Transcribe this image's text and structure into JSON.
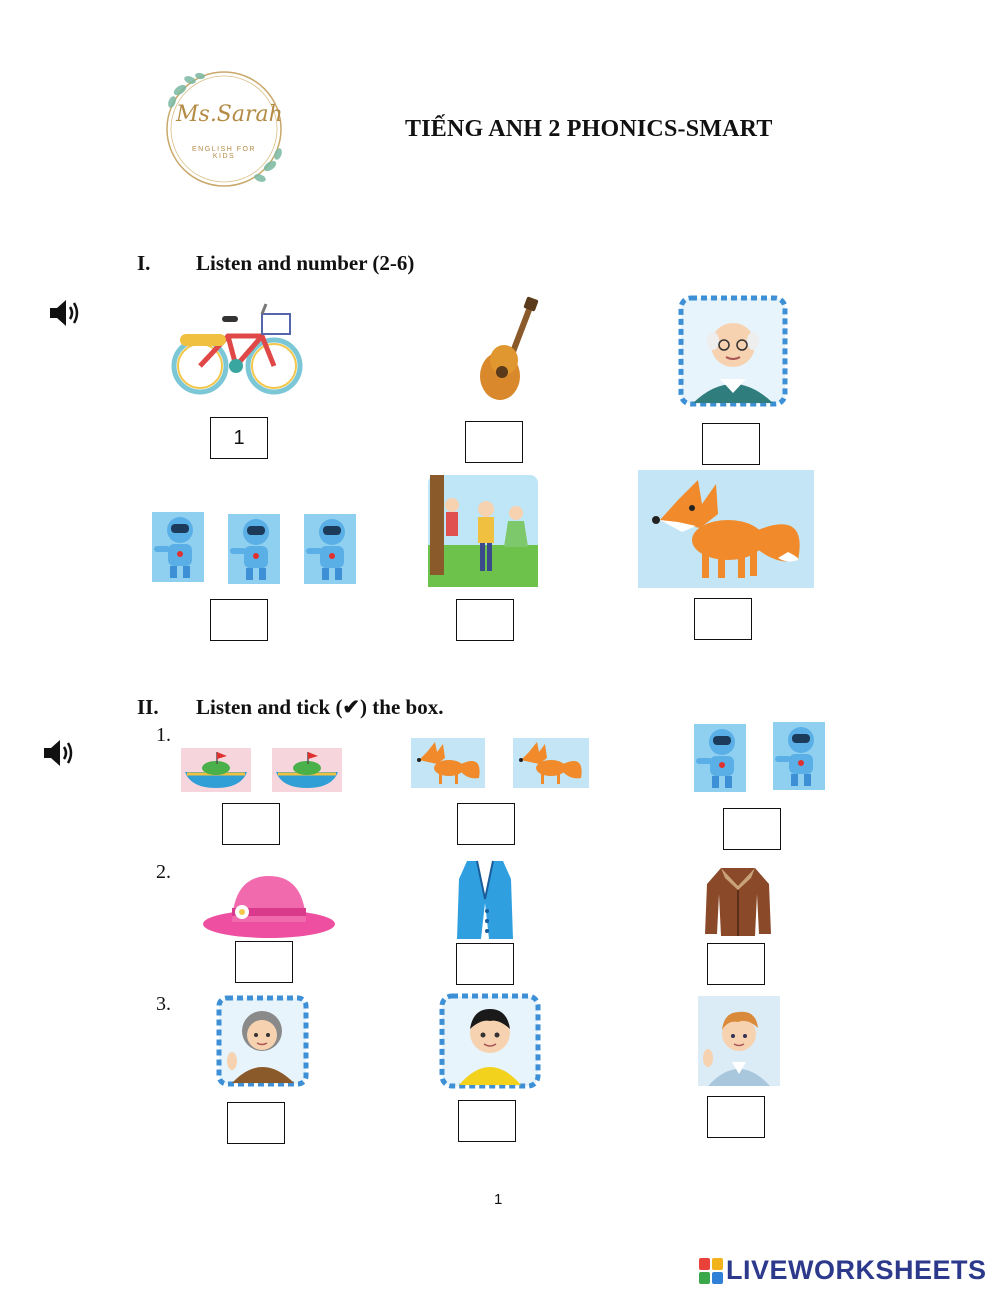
{
  "header": {
    "logo_name": "Ms.Sarah",
    "logo_sub": "ENGLISH FOR KIDS",
    "title": "TIẾNG ANH 2 PHONICS-SMART"
  },
  "section1": {
    "numeral": "I.",
    "heading": "Listen and number (2-6)",
    "speaker_icon": "speaker-icon",
    "items": [
      {
        "picture": "bicycle",
        "answer": "1"
      },
      {
        "picture": "guitar",
        "answer": ""
      },
      {
        "picture": "grandfather",
        "answer": ""
      },
      {
        "picture": "three robots",
        "answer": ""
      },
      {
        "picture": "children hiding behind tree",
        "answer": ""
      },
      {
        "picture": "fox",
        "answer": ""
      }
    ]
  },
  "section2": {
    "numeral": "II.",
    "heading": "Listen and tick (✔) the box.",
    "speaker_icon": "speaker-icon",
    "questions": [
      {
        "number": "1.",
        "options": [
          "two boats",
          "two foxes",
          "two robots"
        ]
      },
      {
        "number": "2.",
        "options": [
          "hat",
          "vest",
          "jacket"
        ]
      },
      {
        "number": "3.",
        "options": [
          "grandmother",
          "boy",
          "man"
        ]
      }
    ]
  },
  "footer": {
    "page_number": "1",
    "brand": "LIVEWORKSHEETS"
  },
  "colors": {
    "robot_bg": "#8fd0f0",
    "fox_orange": "#f08a2a",
    "frame_blue": "#3d8fd6",
    "hat_pink": "#ee4fa0",
    "brand_blue": "#2d3a8c"
  }
}
